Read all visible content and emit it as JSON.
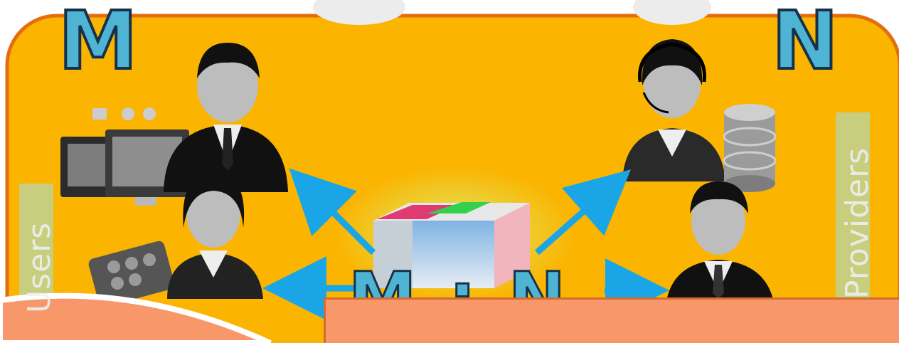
{
  "letters": {
    "left": "M",
    "right": "N",
    "center": "M : N"
  },
  "labels": {
    "left": "Users",
    "right": "Providers"
  },
  "colors": {
    "background": "#fbb400",
    "arrow": "#1aa6e6",
    "letter_fill": "#4fb3d3",
    "letter_stroke": "#16324a",
    "overlay_panel": "#f8986a"
  }
}
